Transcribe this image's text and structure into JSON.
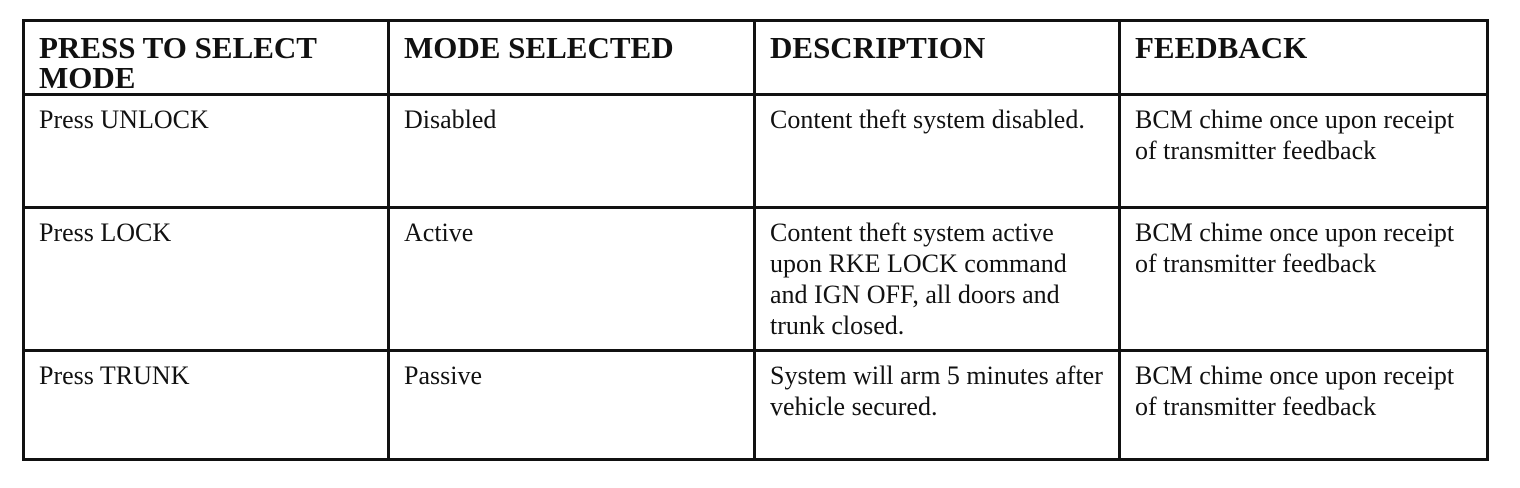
{
  "table": {
    "headers": [
      "PRESS TO SELECT MODE",
      "MODE SELECTED",
      "DESCRIPTION",
      "FEEDBACK"
    ],
    "rows": [
      {
        "press": "Press UNLOCK",
        "mode": "Disabled",
        "description": "Content theft system disabled.",
        "feedback": "BCM chime once upon receipt of transmitter feedback"
      },
      {
        "press": "Press LOCK",
        "mode": "Active",
        "description": "Content theft system active upon RKE LOCK command and IGN OFF, all doors and trunk closed.",
        "feedback": "BCM chime once upon receipt of transmitter feedback"
      },
      {
        "press": "Press TRUNK",
        "mode": "Passive",
        "description": "System will arm 5 minutes after vehicle secured.",
        "feedback": "BCM chime once upon receipt of transmitter feedback"
      }
    ]
  }
}
